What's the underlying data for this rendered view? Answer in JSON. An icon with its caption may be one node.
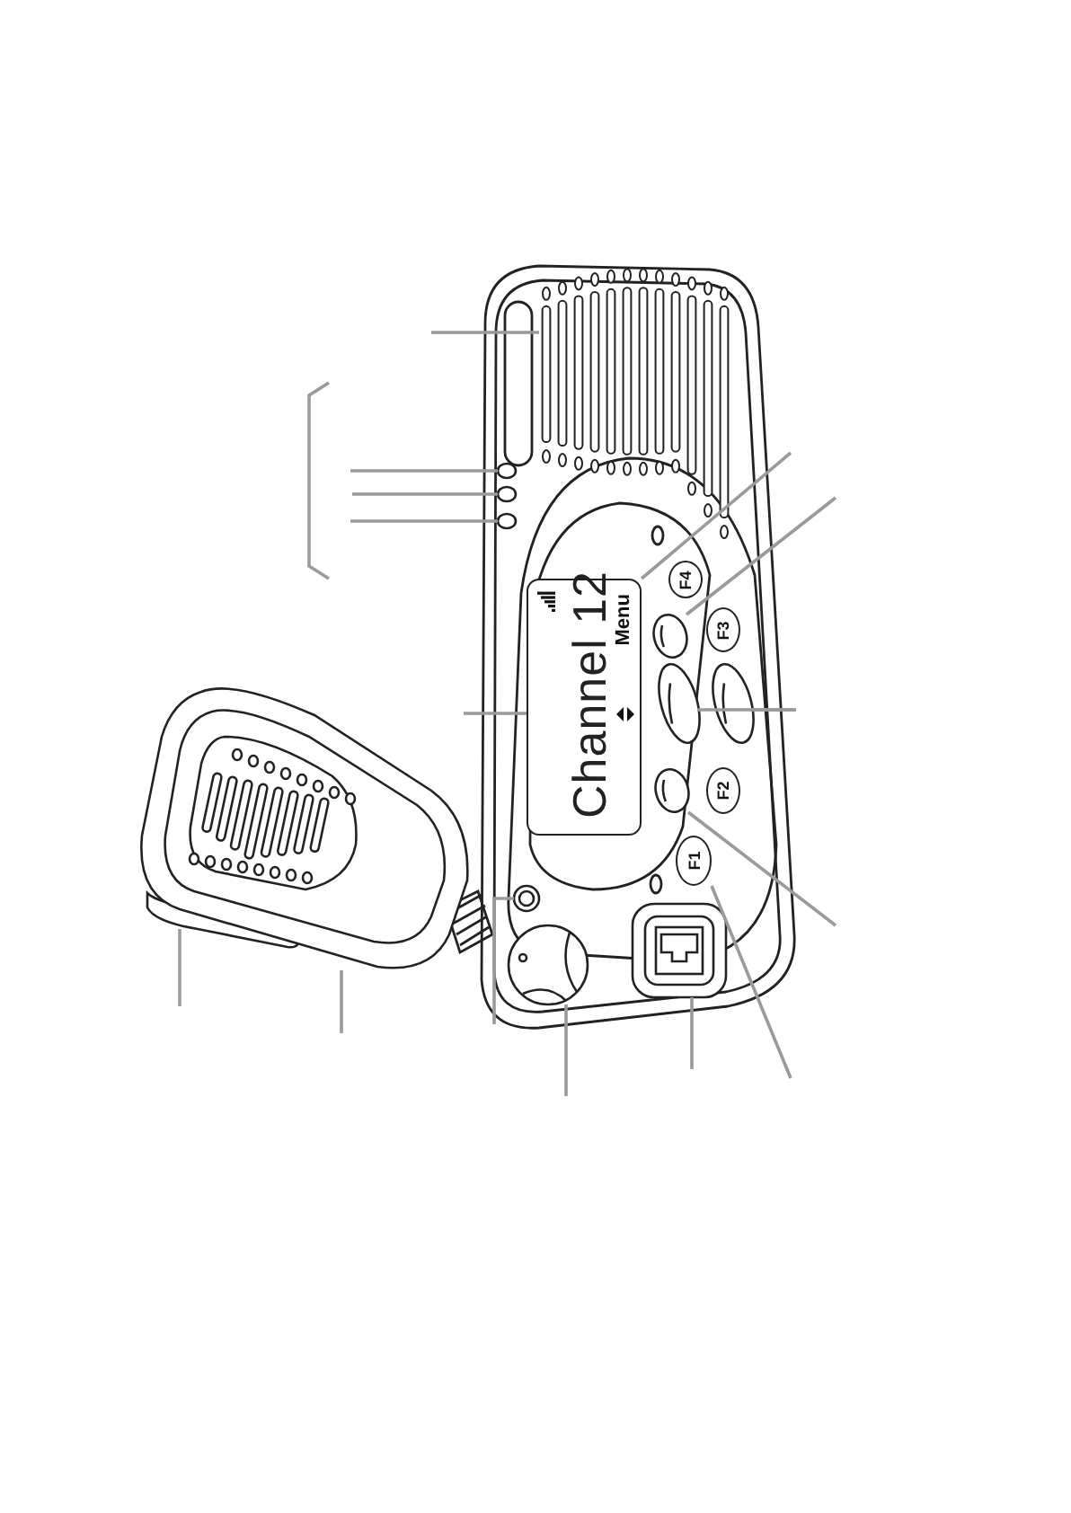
{
  "diagram": {
    "nodes": [
      {
        "text": [],
        "shape": "grille"
      },
      {
        "text": [],
        "shape": "circle"
      },
      {
        "text": [],
        "shape": "circle"
      },
      {
        "text": [],
        "shape": "circle"
      },
      {
        "text": [
          "Channel 12",
          "Menu"
        ]
      },
      {
        "text": [
          "F4"
        ]
      },
      {
        "text": [],
        "shape": "oval"
      },
      {
        "text": [
          "F3"
        ]
      },
      {
        "text": [],
        "shape": "oval"
      },
      {
        "text": [],
        "shape": "oval"
      },
      {
        "text": [],
        "shape": "oval"
      },
      {
        "text": [
          "F2"
        ]
      },
      {
        "text": [
          "F1"
        ]
      },
      {
        "text": [],
        "shape": "box"
      },
      {
        "text": [],
        "shape": "circle"
      },
      {
        "text": [],
        "shape": "circle"
      },
      {
        "text": [],
        "shape": "picture"
      },
      {
        "text": [],
        "shape": "bar",
        "in": 16
      }
    ],
    "edges": [
      {
        "from": null,
        "to": 0,
        "arrow": "none"
      },
      {
        "from": null,
        "to": 1,
        "arrow": "none"
      },
      {
        "from": null,
        "to": 2,
        "arrow": "none"
      },
      {
        "from": null,
        "to": 3,
        "arrow": "none"
      },
      {
        "from": null,
        "to": 4,
        "arrow": "none"
      },
      {
        "from": null,
        "to": 4,
        "arrow": "none"
      },
      {
        "from": null,
        "to": 6,
        "arrow": "none"
      },
      {
        "from": null,
        "to": 8,
        "arrow": "none"
      },
      {
        "from": null,
        "to": 9,
        "arrow": "none"
      },
      {
        "from": null,
        "to": 10,
        "arrow": "none"
      },
      {
        "from": null,
        "to": 12,
        "arrow": "none"
      },
      {
        "from": null,
        "to": 13,
        "arrow": "none"
      },
      {
        "from": null,
        "to": 14,
        "arrow": "none"
      },
      {
        "from": null,
        "to": 15,
        "arrow": "none"
      },
      {
        "from": null,
        "to": 16,
        "arrow": "none"
      },
      {
        "from": null,
        "to": 17,
        "arrow": "none"
      }
    ]
  }
}
